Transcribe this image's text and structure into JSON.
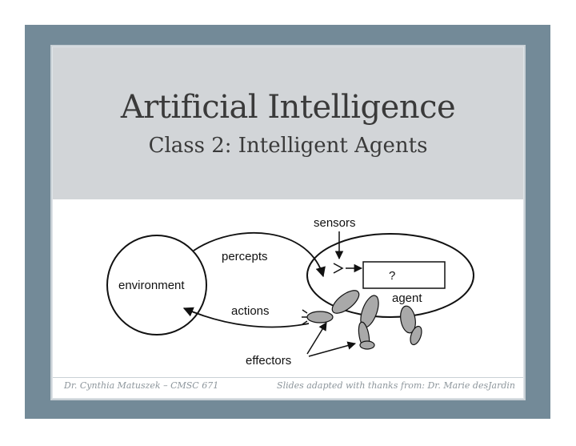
{
  "slide": {
    "title": "Artificial Intelligence",
    "subtitle": "Class 2: Intelligent Agents"
  },
  "diagram": {
    "labels": {
      "sensors": "sensors",
      "percepts": "percepts",
      "environment": "environment",
      "unknown": "?",
      "agent": "agent",
      "actions": "actions",
      "effectors": "effectors"
    }
  },
  "footer": {
    "left": "Dr. Cynthia Matuszek – CMSC 671",
    "right": "Slides adapted with thanks from: Dr. Marie desJardin"
  },
  "colors": {
    "frame": "#738a98",
    "title_band": "#d2d5d8",
    "limb": "#a9a9a9"
  }
}
